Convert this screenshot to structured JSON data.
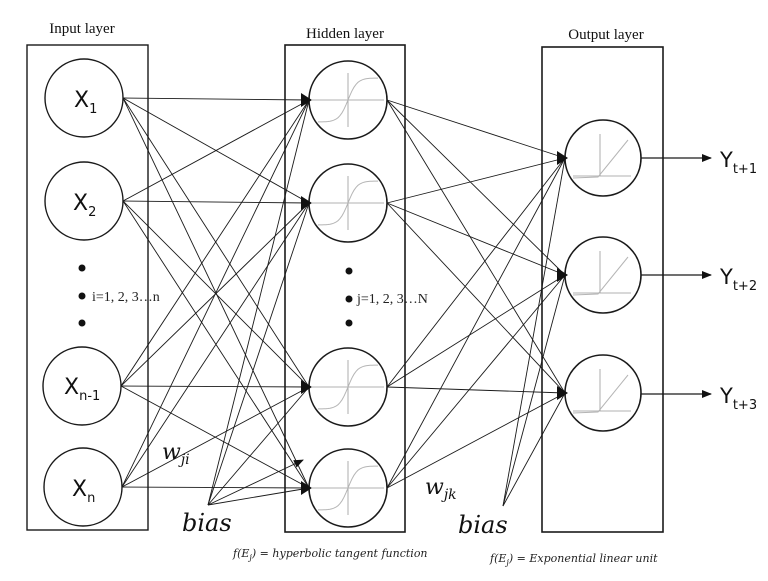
{
  "layers": {
    "input": {
      "title": "Input layer",
      "nodes": [
        {
          "base": "X",
          "sub": "1"
        },
        {
          "base": "X",
          "sub": "2"
        },
        {
          "base": "X",
          "sub": "n-1"
        },
        {
          "base": "X",
          "sub": "n"
        }
      ],
      "index_label": "i=1, 2, 3…n"
    },
    "hidden": {
      "title": "Hidden layer",
      "node_count_shown": 4,
      "activation_icon": "tanh-curve-icon",
      "index_label": "j=1, 2, 3…N",
      "function_label": "f(Eⱼ) = hyperbolic tangent function"
    },
    "output": {
      "title": "Output layer",
      "node_count_shown": 3,
      "activation_icon": "elu-curve-icon",
      "function_label": "f(Eⱼ) = Exponential linear unit",
      "outputs": [
        {
          "base": "Y",
          "sub": "t+1"
        },
        {
          "base": "Y",
          "sub": "t+2"
        },
        {
          "base": "Y",
          "sub": "t+3"
        }
      ]
    }
  },
  "weights": {
    "input_hidden": {
      "base": "w",
      "sub": "ji"
    },
    "hidden_output": {
      "base": "w",
      "sub": "jk"
    }
  },
  "bias_labels": [
    "bias",
    "bias"
  ],
  "function_labels": {
    "hidden": {
      "prefix": "f(E",
      "sub": "j",
      "suffix": ") = hyperbolic tangent function"
    },
    "output": {
      "prefix": "f(E",
      "sub": "j",
      "suffix": ") = Exponential linear unit"
    }
  },
  "colors": {
    "stroke": "#1a1a1a",
    "activation_curve": "#b5b5b5",
    "background": "#ffffff"
  }
}
